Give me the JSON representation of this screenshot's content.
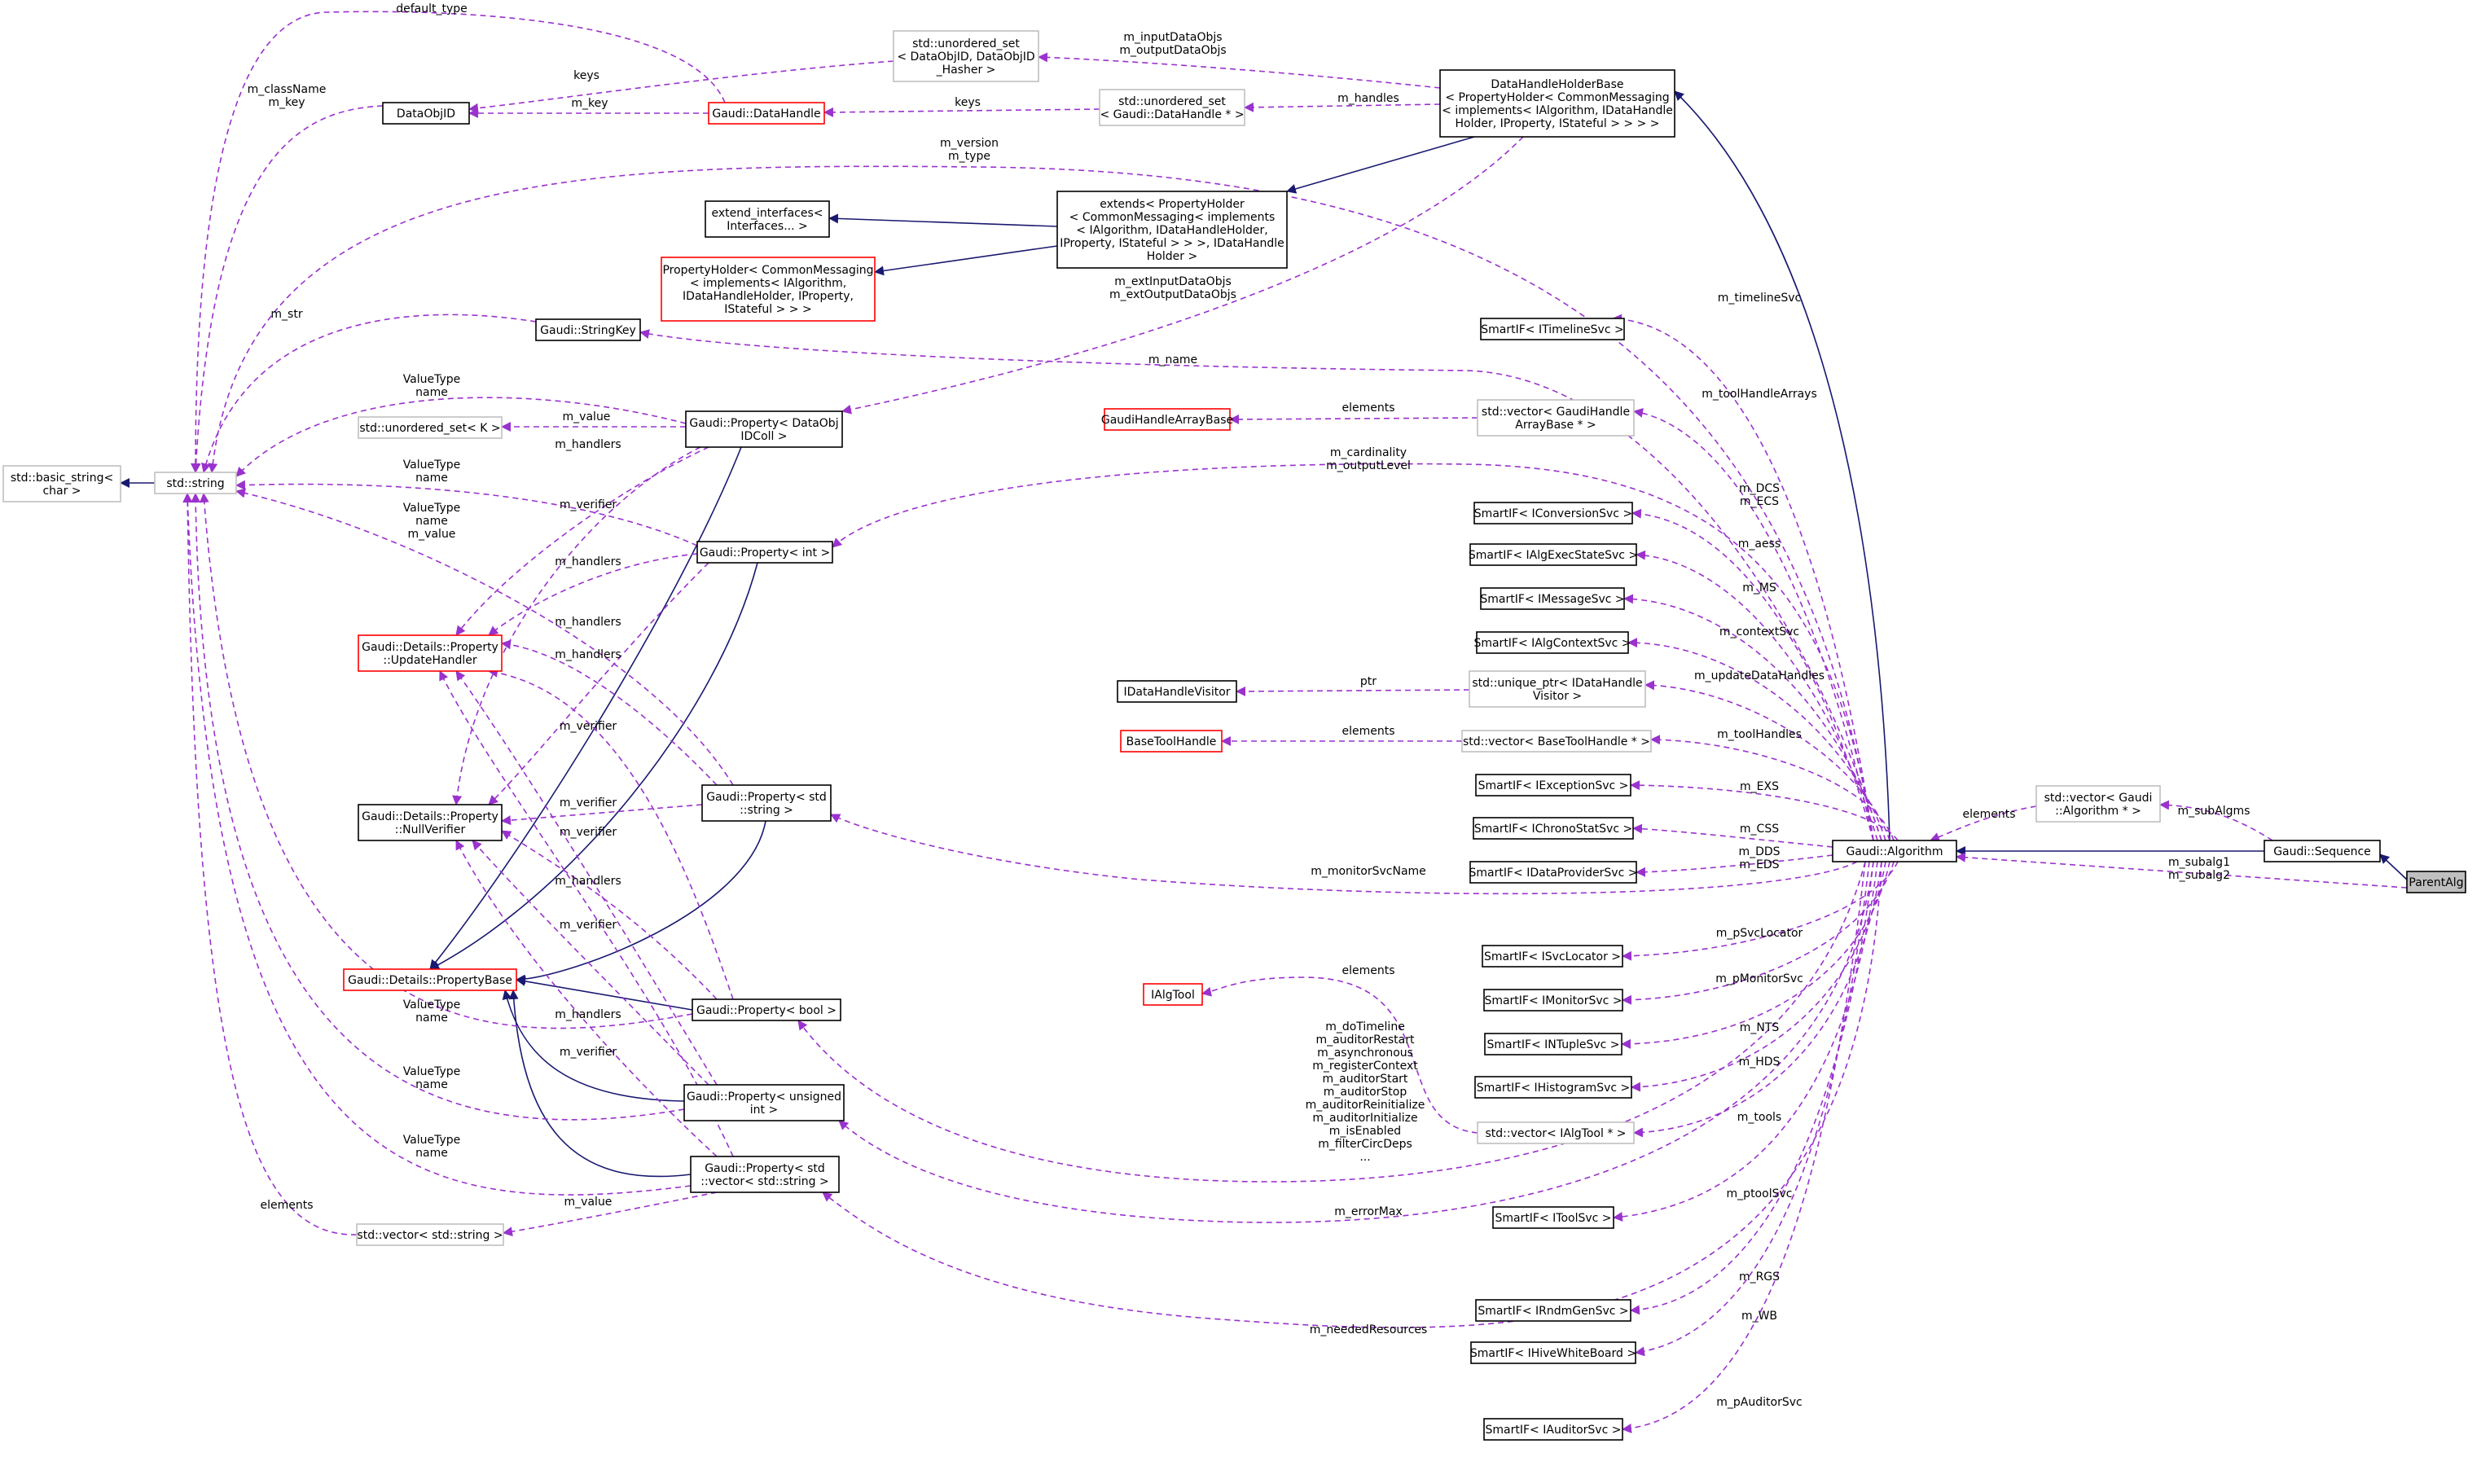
{
  "diagram_title": "",
  "colors": {
    "inherit": "#191970",
    "usage": "#9a32cd",
    "box_solid": "#000000",
    "box_gray": "#bfbfbf",
    "box_red": "#ff0000",
    "highlight_fill": "#bfbfbf"
  },
  "nodes": [
    {
      "id": "ParentAlg",
      "lines": [
        "ParentAlg"
      ],
      "style": "highlight"
    },
    {
      "id": "Sequence",
      "lines": [
        "Gaudi::Sequence"
      ],
      "style": "solid"
    },
    {
      "id": "Algorithm",
      "lines": [
        "Gaudi::Algorithm"
      ],
      "style": "solid"
    },
    {
      "id": "VecAlgPtr",
      "lines": [
        "std::vector< Gaudi",
        "::Algorithm * >"
      ],
      "style": "gray"
    },
    {
      "id": "DHHB",
      "lines": [
        "DataHandleHolderBase",
        "< PropertyHolder< CommonMessaging",
        "< implements< IAlgorithm, IDataHandle",
        "Holder, IProperty, IStateful > > > >"
      ],
      "style": "solid"
    },
    {
      "id": "Extends",
      "lines": [
        "extends< PropertyHolder",
        "< CommonMessaging< implements",
        "< IAlgorithm, IDataHandleHolder,",
        "IProperty, IStateful > > >, IDataHandle",
        "Holder >"
      ],
      "style": "solid"
    },
    {
      "id": "ExtendIfaces",
      "lines": [
        "extend_interfaces<",
        "Interfaces... >"
      ],
      "style": "solid"
    },
    {
      "id": "PropHolder",
      "lines": [
        "PropertyHolder< CommonMessaging",
        "< implements< IAlgorithm,",
        "IDataHandleHolder, IProperty,",
        "IStateful > > >"
      ],
      "style": "red"
    },
    {
      "id": "UnorderedSetID",
      "lines": [
        "std::unordered_set",
        "< DataObjID, DataObjID",
        "_Hasher >"
      ],
      "style": "gray"
    },
    {
      "id": "UnorderedSetDH",
      "lines": [
        "std::unordered_set",
        "< Gaudi::DataHandle * >"
      ],
      "style": "gray"
    },
    {
      "id": "DataHandle",
      "lines": [
        "Gaudi::DataHandle"
      ],
      "style": "red"
    },
    {
      "id": "DataObjID",
      "lines": [
        "DataObjID"
      ],
      "style": "solid"
    },
    {
      "id": "StdString",
      "lines": [
        "std::string"
      ],
      "style": "gray"
    },
    {
      "id": "BasicString",
      "lines": [
        "std::basic_string<",
        "char >"
      ],
      "style": "gray"
    },
    {
      "id": "StringKey",
      "lines": [
        "Gaudi::StringKey"
      ],
      "style": "solid"
    },
    {
      "id": "UnorderedSetK",
      "lines": [
        "std::unordered_set< K >"
      ],
      "style": "gray"
    },
    {
      "id": "PropDataObjIDColl",
      "lines": [
        "Gaudi::Property< DataObj",
        "IDColl >"
      ],
      "style": "solid"
    },
    {
      "id": "PropInt",
      "lines": [
        "Gaudi::Property< int >"
      ],
      "style": "solid"
    },
    {
      "id": "UpdateHandler",
      "lines": [
        "Gaudi::Details::Property",
        "::UpdateHandler"
      ],
      "style": "red"
    },
    {
      "id": "NullVerifier",
      "lines": [
        "Gaudi::Details::Property",
        "::NullVerifier"
      ],
      "style": "solid"
    },
    {
      "id": "PropString",
      "lines": [
        "Gaudi::Property< std",
        "::string >"
      ],
      "style": "solid"
    },
    {
      "id": "PropertyBase",
      "lines": [
        "Gaudi::Details::PropertyBase"
      ],
      "style": "red"
    },
    {
      "id": "PropBool",
      "lines": [
        "Gaudi::Property< bool >"
      ],
      "style": "solid"
    },
    {
      "id": "PropUInt",
      "lines": [
        "Gaudi::Property< unsigned",
        "int >"
      ],
      "style": "solid"
    },
    {
      "id": "PropVecStr",
      "lines": [
        "Gaudi::Property< std",
        "::vector< std::string >"
      ],
      "style": "solid"
    },
    {
      "id": "VecString",
      "lines": [
        "std::vector< std::string >"
      ],
      "style": "gray"
    },
    {
      "id": "GaudiHandleArrayBase",
      "lines": [
        "GaudiHandleArrayBase"
      ],
      "style": "red"
    },
    {
      "id": "VecGHAB",
      "lines": [
        "std::vector< GaudiHandle",
        "ArrayBase * >"
      ],
      "style": "gray"
    },
    {
      "id": "IDataHandleVisitor",
      "lines": [
        "IDataHandleVisitor"
      ],
      "style": "solid"
    },
    {
      "id": "UniquePtrVisitor",
      "lines": [
        "std::unique_ptr< IDataHandle",
        "Visitor >"
      ],
      "style": "gray"
    },
    {
      "id": "BaseToolHandle",
      "lines": [
        "BaseToolHandle"
      ],
      "style": "red"
    },
    {
      "id": "VecBTH",
      "lines": [
        "std::vector< BaseToolHandle * >"
      ],
      "style": "gray"
    },
    {
      "id": "IAlgTool",
      "lines": [
        "IAlgTool"
      ],
      "style": "red"
    },
    {
      "id": "VecIAlgTool",
      "lines": [
        "std::vector< IAlgTool * >"
      ],
      "style": "gray"
    },
    {
      "id": "SI_Timeline",
      "lines": [
        "SmartIF< ITimelineSvc >"
      ],
      "style": "solid"
    },
    {
      "id": "SI_Conversion",
      "lines": [
        "SmartIF< IConversionSvc >"
      ],
      "style": "solid"
    },
    {
      "id": "SI_AlgExecState",
      "lines": [
        "SmartIF< IAlgExecStateSvc >"
      ],
      "style": "solid"
    },
    {
      "id": "SI_Message",
      "lines": [
        "SmartIF< IMessageSvc >"
      ],
      "style": "solid"
    },
    {
      "id": "SI_AlgContext",
      "lines": [
        "SmartIF< IAlgContextSvc >"
      ],
      "style": "solid"
    },
    {
      "id": "SI_Exception",
      "lines": [
        "SmartIF< IExceptionSvc >"
      ],
      "style": "solid"
    },
    {
      "id": "SI_ChronoStat",
      "lines": [
        "SmartIF< IChronoStatSvc >"
      ],
      "style": "solid"
    },
    {
      "id": "SI_DataProvider",
      "lines": [
        "SmartIF< IDataProviderSvc >"
      ],
      "style": "solid"
    },
    {
      "id": "SI_SvcLocator",
      "lines": [
        "SmartIF< ISvcLocator >"
      ],
      "style": "solid"
    },
    {
      "id": "SI_Monitor",
      "lines": [
        "SmartIF< IMonitorSvc >"
      ],
      "style": "solid"
    },
    {
      "id": "SI_NTuple",
      "lines": [
        "SmartIF< INTupleSvc >"
      ],
      "style": "solid"
    },
    {
      "id": "SI_Histogram",
      "lines": [
        "SmartIF< IHistogramSvc >"
      ],
      "style": "solid"
    },
    {
      "id": "SI_Tool",
      "lines": [
        "SmartIF< IToolSvc >"
      ],
      "style": "solid"
    },
    {
      "id": "SI_RndmGen",
      "lines": [
        "SmartIF< IRndmGenSvc >"
      ],
      "style": "solid"
    },
    {
      "id": "SI_HiveWB",
      "lines": [
        "SmartIF< IHiveWhiteBoard >"
      ],
      "style": "solid"
    },
    {
      "id": "SI_Auditor",
      "lines": [
        "SmartIF< IAuditorSvc >"
      ],
      "style": "solid"
    }
  ],
  "inheritance_edges": [
    {
      "from": "ParentAlg",
      "to": "Sequence"
    },
    {
      "from": "Sequence",
      "to": "Algorithm"
    },
    {
      "from": "Algorithm",
      "to": "DHHB"
    },
    {
      "from": "DHHB",
      "to": "Extends"
    },
    {
      "from": "Extends",
      "to": "ExtendIfaces"
    },
    {
      "from": "Extends",
      "to": "PropHolder"
    },
    {
      "from": "StdString",
      "to": "BasicString"
    },
    {
      "from": "PropDataObjIDColl",
      "to": "PropertyBase"
    },
    {
      "from": "PropInt",
      "to": "PropertyBase"
    },
    {
      "from": "PropString",
      "to": "PropertyBase"
    },
    {
      "from": "PropBool",
      "to": "PropertyBase"
    },
    {
      "from": "PropUInt",
      "to": "PropertyBase"
    },
    {
      "from": "PropVecStr",
      "to": "PropertyBase"
    }
  ],
  "usage_edges": [
    {
      "from": "ParentAlg",
      "to": "Algorithm",
      "label": [
        "m_subalg1",
        "m_subalg2"
      ]
    },
    {
      "from": "Sequence",
      "to": "VecAlgPtr",
      "label": [
        "m_subAlgms"
      ]
    },
    {
      "from": "VecAlgPtr",
      "to": "Algorithm",
      "label": [
        "elements"
      ]
    },
    {
      "from": "DHHB",
      "to": "UnorderedSetID",
      "label": [
        "m_inputDataObjs",
        "m_outputDataObjs"
      ]
    },
    {
      "from": "DHHB",
      "to": "UnorderedSetDH",
      "label": [
        "m_handles"
      ]
    },
    {
      "from": "DHHB",
      "to": "PropDataObjIDColl",
      "label": [
        "m_extInputDataObjs",
        "m_extOutputDataObjs"
      ]
    },
    {
      "from": "UnorderedSetDH",
      "to": "DataHandle",
      "label": [
        "keys"
      ]
    },
    {
      "from": "UnorderedSetID",
      "to": "DataObjID",
      "label": [
        "keys"
      ]
    },
    {
      "from": "DataHandle",
      "to": "DataObjID",
      "label": [
        "m_key"
      ]
    },
    {
      "from": "DataHandle",
      "to": "StdString",
      "label": [
        "default_type"
      ]
    },
    {
      "from": "DataObjID",
      "to": "StdString",
      "label": [
        "m_className",
        "m_key"
      ]
    },
    {
      "from": "Algorithm",
      "to": "StdString",
      "label": [
        "m_version",
        "m_type"
      ]
    },
    {
      "from": "StringKey",
      "to": "StdString",
      "label": [
        "m_str"
      ]
    },
    {
      "from": "Algorithm",
      "to": "StringKey",
      "label": [
        "m_name"
      ]
    },
    {
      "from": "PropDataObjIDColl",
      "to": "StdString",
      "label": [
        "ValueType",
        "name"
      ]
    },
    {
      "from": "PropDataObjIDColl",
      "to": "UnorderedSetK",
      "label": [
        "m_value"
      ]
    },
    {
      "from": "PropDataObjIDColl",
      "to": "UpdateHandler",
      "label": [
        "m_handlers"
      ]
    },
    {
      "from": "PropDataObjIDColl",
      "to": "NullVerifier",
      "label": [
        "m_verifier"
      ]
    },
    {
      "from": "PropInt",
      "to": "StdString",
      "label": [
        "ValueType",
        "name"
      ]
    },
    {
      "from": "PropInt",
      "to": "UpdateHandler",
      "label": [
        "m_handlers"
      ]
    },
    {
      "from": "PropInt",
      "to": "NullVerifier",
      "label": [
        "m_verifier"
      ]
    },
    {
      "from": "PropString",
      "to": "StdString",
      "label": [
        "ValueType",
        "name",
        "m_value"
      ]
    },
    {
      "from": "PropString",
      "to": "UpdateHandler",
      "label": [
        "m_handlers"
      ]
    },
    {
      "from": "PropString",
      "to": "NullVerifier",
      "label": [
        "m_verifier"
      ]
    },
    {
      "from": "PropBool",
      "to": "UpdateHandler",
      "label": [
        "m_handlers"
      ]
    },
    {
      "from": "PropBool",
      "to": "NullVerifier",
      "label": [
        "m_verifier"
      ]
    },
    {
      "from": "PropBool",
      "to": "StdString",
      "label": [
        "ValueType",
        "name"
      ]
    },
    {
      "from": "PropUInt",
      "to": "UpdateHandler",
      "label": [
        "m_handlers"
      ]
    },
    {
      "from": "PropUInt",
      "to": "NullVerifier",
      "label": [
        "m_verifier"
      ]
    },
    {
      "from": "PropUInt",
      "to": "StdString",
      "label": [
        "ValueType",
        "name"
      ]
    },
    {
      "from": "PropVecStr",
      "to": "UpdateHandler",
      "label": [
        "m_handlers"
      ]
    },
    {
      "from": "PropVecStr",
      "to": "NullVerifier",
      "label": [
        "m_verifier"
      ]
    },
    {
      "from": "PropVecStr",
      "to": "StdString",
      "label": [
        "ValueType",
        "name"
      ]
    },
    {
      "from": "PropVecStr",
      "to": "VecString",
      "label": [
        "m_value"
      ]
    },
    {
      "from": "VecString",
      "to": "StdString",
      "label": [
        "elements"
      ]
    },
    {
      "from": "Algorithm",
      "to": "PropInt",
      "label": [
        "m_cardinality",
        "m_outputLevel"
      ]
    },
    {
      "from": "Algorithm",
      "to": "PropString",
      "label": [
        "m_monitorSvcName"
      ]
    },
    {
      "from": "Algorithm",
      "to": "PropBool",
      "label": [
        "m_doTimeline",
        "m_auditorRestart",
        "m_asynchronous",
        "m_registerContext",
        "m_auditorStart",
        "m_auditorStop",
        "m_auditorReinitialize",
        "m_auditorInitialize",
        "m_isEnabled",
        "m_filterCircDeps",
        "..."
      ]
    },
    {
      "from": "Algorithm",
      "to": "PropUInt",
      "label": [
        "m_errorMax"
      ]
    },
    {
      "from": "Algorithm",
      "to": "PropVecStr",
      "label": [
        "m_neededResources"
      ]
    },
    {
      "from": "Algorithm",
      "to": "SI_Timeline",
      "label": [
        "m_timelineSvc"
      ]
    },
    {
      "from": "Algorithm",
      "to": "VecGHAB",
      "label": [
        "m_toolHandleArrays"
      ]
    },
    {
      "from": "VecGHAB",
      "to": "GaudiHandleArrayBase",
      "label": [
        "elements"
      ]
    },
    {
      "from": "Algorithm",
      "to": "SI_Conversion",
      "label": [
        "m_DCS",
        "m_ECS"
      ]
    },
    {
      "from": "Algorithm",
      "to": "SI_AlgExecState",
      "label": [
        "m_aess"
      ]
    },
    {
      "from": "Algorithm",
      "to": "SI_Message",
      "label": [
        "m_MS"
      ]
    },
    {
      "from": "Algorithm",
      "to": "SI_AlgContext",
      "label": [
        "m_contextSvc"
      ]
    },
    {
      "from": "Algorithm",
      "to": "UniquePtrVisitor",
      "label": [
        "m_updateDataHandles"
      ]
    },
    {
      "from": "UniquePtrVisitor",
      "to": "IDataHandleVisitor",
      "label": [
        "ptr"
      ]
    },
    {
      "from": "Algorithm",
      "to": "VecBTH",
      "label": [
        "m_toolHandles"
      ]
    },
    {
      "from": "VecBTH",
      "to": "BaseToolHandle",
      "label": [
        "elements"
      ]
    },
    {
      "from": "Algorithm",
      "to": "SI_Exception",
      "label": [
        "m_EXS"
      ]
    },
    {
      "from": "Algorithm",
      "to": "SI_ChronoStat",
      "label": [
        "m_CSS"
      ]
    },
    {
      "from": "Algorithm",
      "to": "SI_DataProvider",
      "label": [
        "m_DDS",
        "m_EDS"
      ]
    },
    {
      "from": "Algorithm",
      "to": "SI_SvcLocator",
      "label": [
        "m_pSvcLocator"
      ]
    },
    {
      "from": "Algorithm",
      "to": "SI_Monitor",
      "label": [
        "m_pMonitorSvc"
      ]
    },
    {
      "from": "Algorithm",
      "to": "SI_NTuple",
      "label": [
        "m_NTS"
      ]
    },
    {
      "from": "Algorithm",
      "to": "SI_Histogram",
      "label": [
        "m_HDS"
      ]
    },
    {
      "from": "Algorithm",
      "to": "VecIAlgTool",
      "label": [
        "m_tools"
      ]
    },
    {
      "from": "VecIAlgTool",
      "to": "IAlgTool",
      "label": [
        "elements"
      ]
    },
    {
      "from": "Algorithm",
      "to": "SI_Tool",
      "label": [
        "m_ptoolSvc"
      ]
    },
    {
      "from": "Algorithm",
      "to": "SI_RndmGen",
      "label": [
        "m_RGS"
      ]
    },
    {
      "from": "Algorithm",
      "to": "SI_HiveWB",
      "label": [
        "m_WB"
      ]
    },
    {
      "from": "Algorithm",
      "to": "SI_Auditor",
      "label": [
        "m_pAuditorSvc"
      ]
    }
  ]
}
